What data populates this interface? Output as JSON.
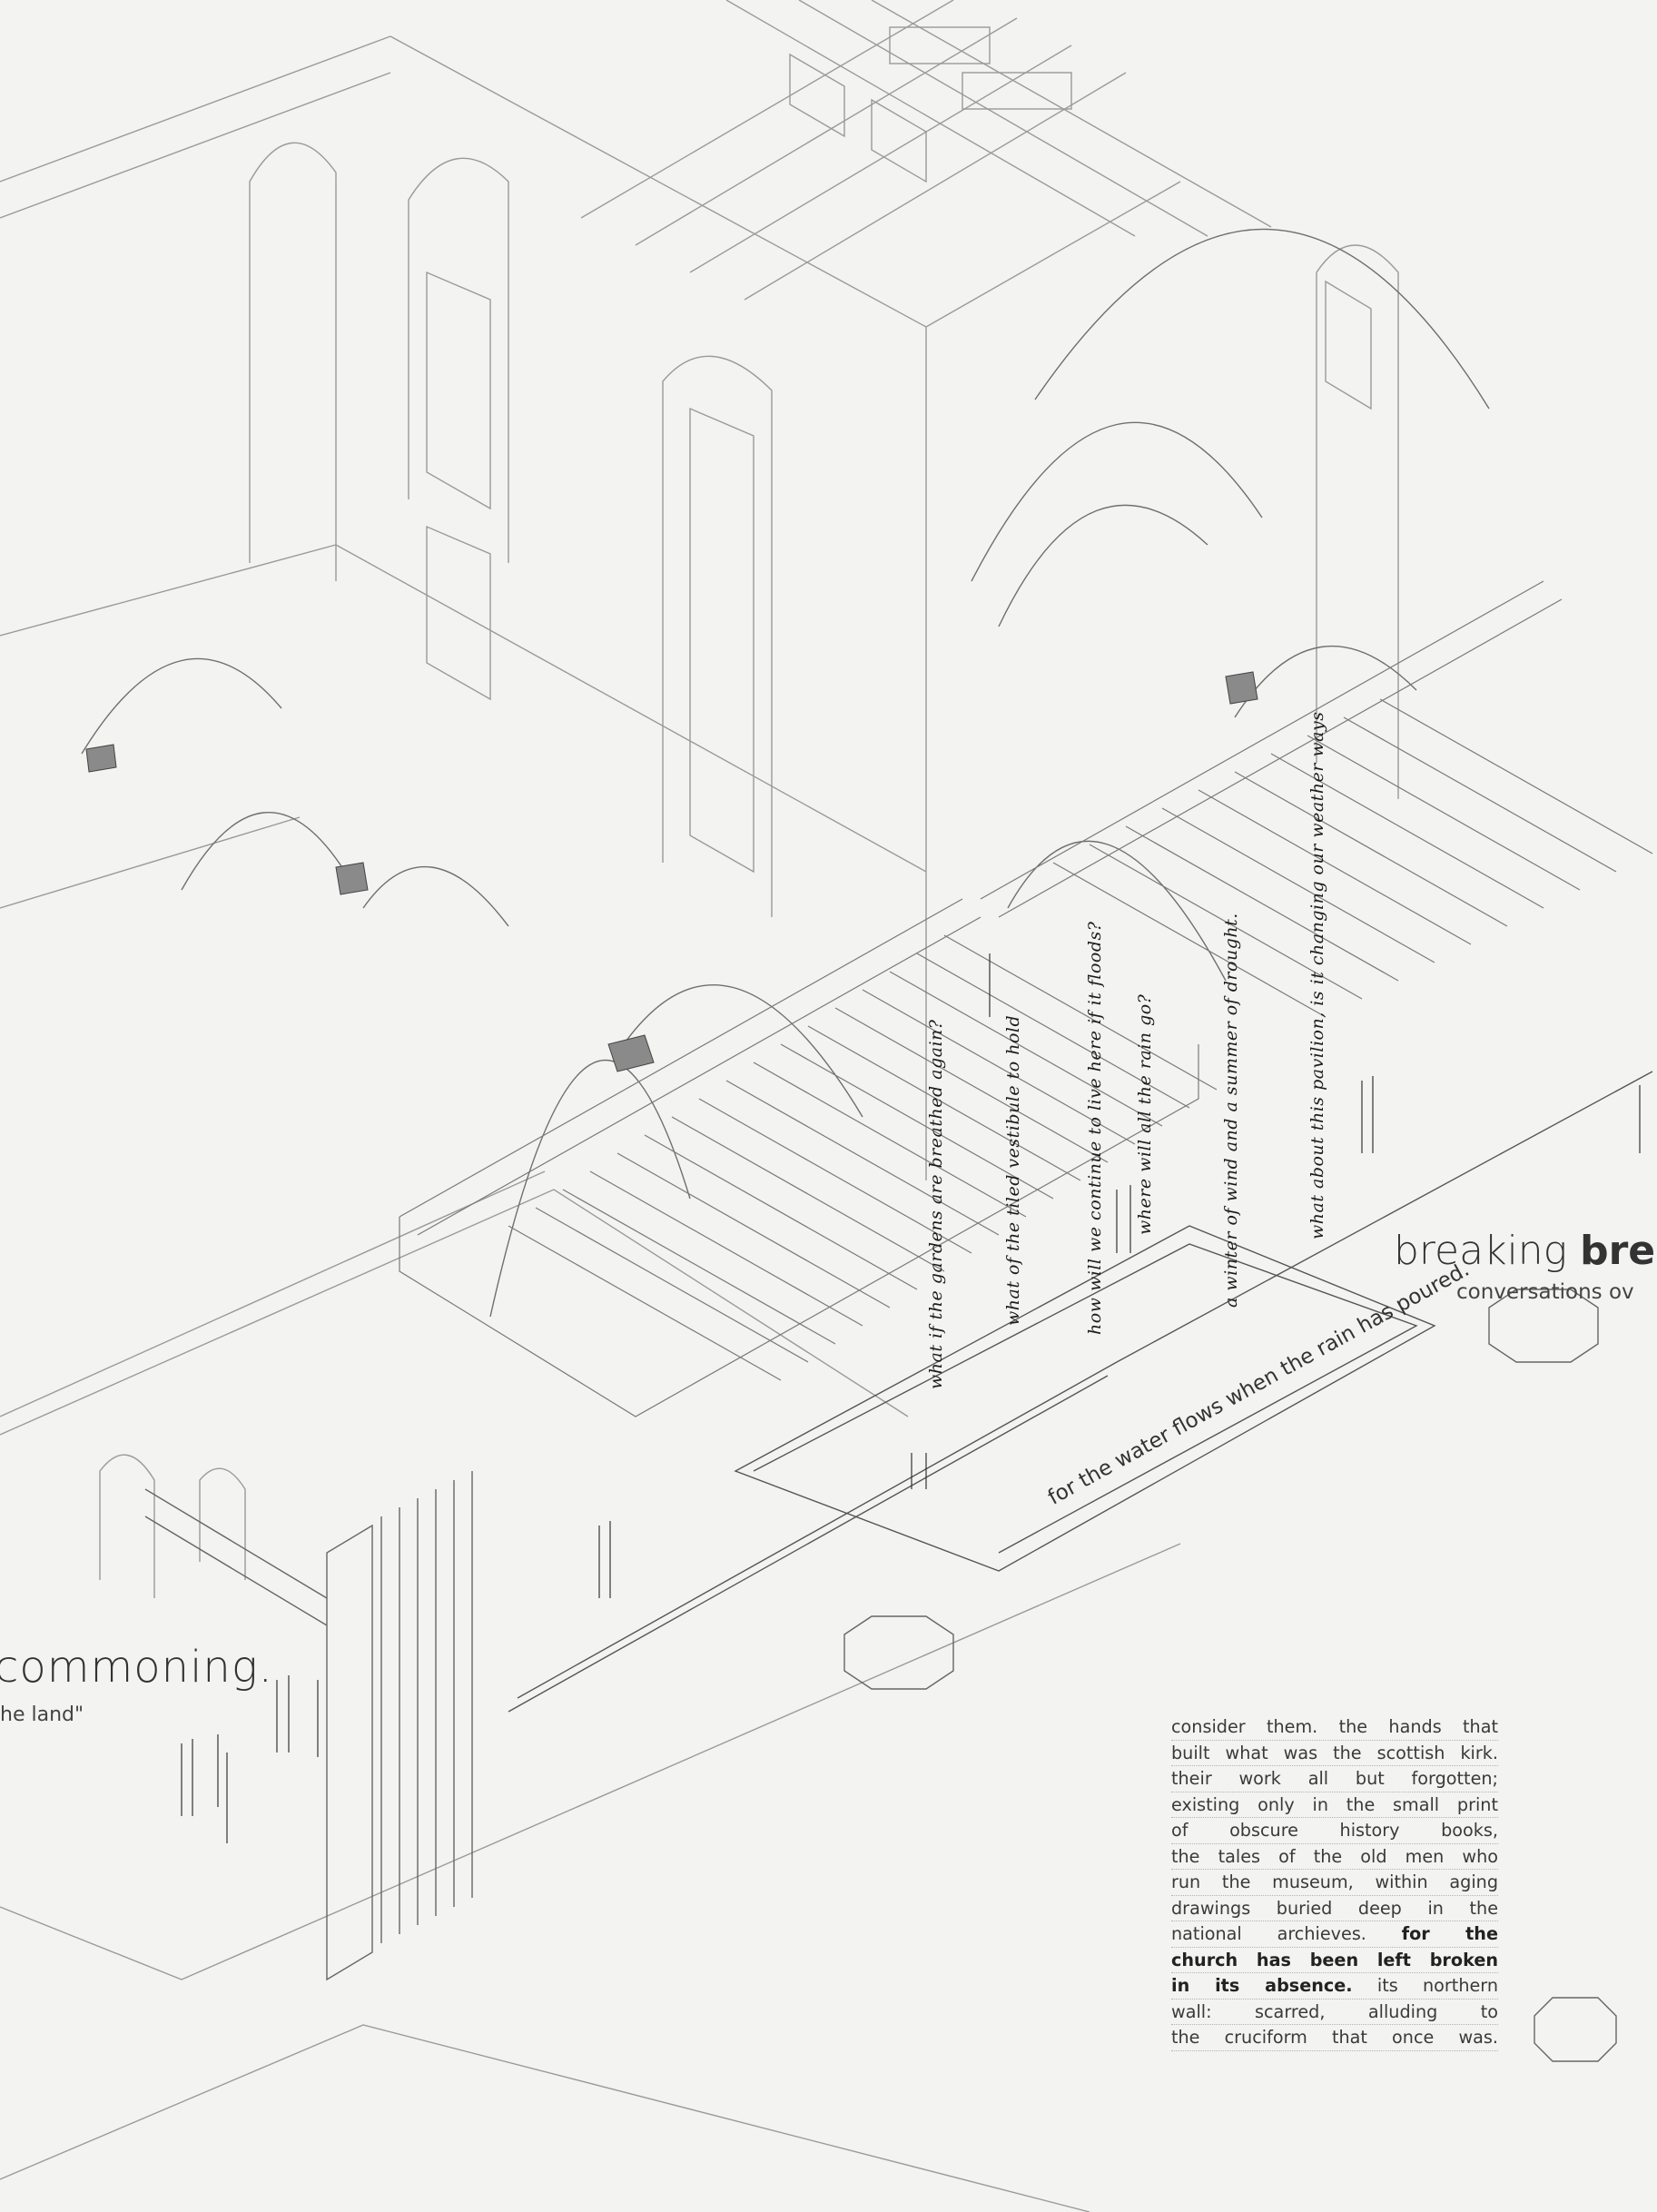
{
  "labels": {
    "left_title": "commoning.",
    "left_subtitle": "he land\"",
    "right_title_regular": "breaking ",
    "right_title_bold": "brea",
    "right_subtitle": "conversations ov",
    "water_caption": "for the water flows when the rain has poured."
  },
  "paragraph": {
    "lines": [
      {
        "text": "consider them. the hands that",
        "bold": false
      },
      {
        "text": "built what was the scottish kirk.",
        "bold": false
      },
      {
        "text": "their work all but forgotten;",
        "bold": false
      },
      {
        "text": "existing only in the small print",
        "bold": false
      },
      {
        "text": "of obscure history books,",
        "bold": false
      },
      {
        "text": "the tales of the old men who",
        "bold": false
      },
      {
        "text": "run the museum, within aging",
        "bold": false
      },
      {
        "text": "drawings buried deep in the",
        "bold": false
      }
    ],
    "line_9_regular": "national archieves. ",
    "line_9_bold": "for the",
    "bold_lines": [
      "church has been left broken"
    ],
    "line_11_bold": "in its absence.",
    "line_11_regular": " its northern",
    "tail_lines": [
      "wall: scarred, alluding to",
      "the cruciform that once was."
    ]
  },
  "handwritten": [
    "what if the gardens are breathed again?",
    "what of the tiled vestibule to hold",
    "how will we continue to live here if it floods?",
    "where will all the rain go?",
    "a winter of wind and a summer of drought.",
    "what about this pavilion, is it changing our weather ways"
  ]
}
